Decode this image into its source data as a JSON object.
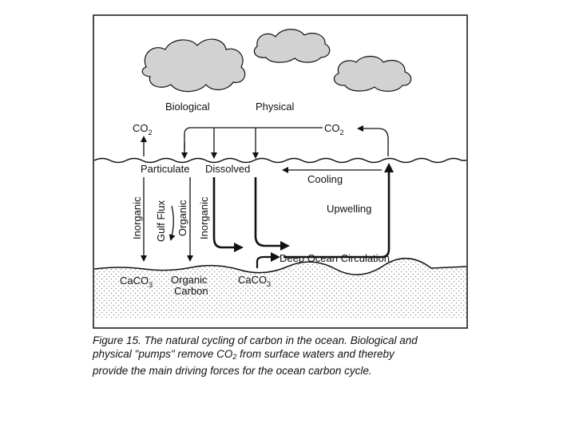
{
  "diagram": {
    "labels": {
      "biological": "Biological",
      "physical": "Physical",
      "co2_left": "CO",
      "co2_left_sub": "2",
      "co2_right": "CO",
      "co2_right_sub": "2",
      "particulate": "Particulate",
      "dissolved": "Dissolved",
      "cooling": "Cooling",
      "upwelling": "Upwelling",
      "inorganic_left": "Inorganic",
      "gulf_flux": "Gulf Flux",
      "organic": "Organic",
      "inorganic_right": "Inorganic",
      "deep_ocean_circulation": "Deep Ocean Circulation",
      "caco3_left": "CaCO",
      "caco3_left_sub": "3",
      "organic_carbon_1": "Organic",
      "organic_carbon_2": "Carbon",
      "caco3_right": "CaCO",
      "caco3_right_sub": "3"
    },
    "colors": {
      "cloud_fill": "#d2d2d2",
      "line": "#111111",
      "sediment_dots": "#9a9a9a"
    }
  },
  "caption": {
    "line1": "Figure 15. The natural cycling of carbon in the ocean. Biological and",
    "line2a": "physical \"pumps\" remove CO",
    "line2_sub": "2",
    "line2b": " from surface waters and thereby",
    "line3": "provide the main driving forces for the ocean carbon cycle."
  }
}
